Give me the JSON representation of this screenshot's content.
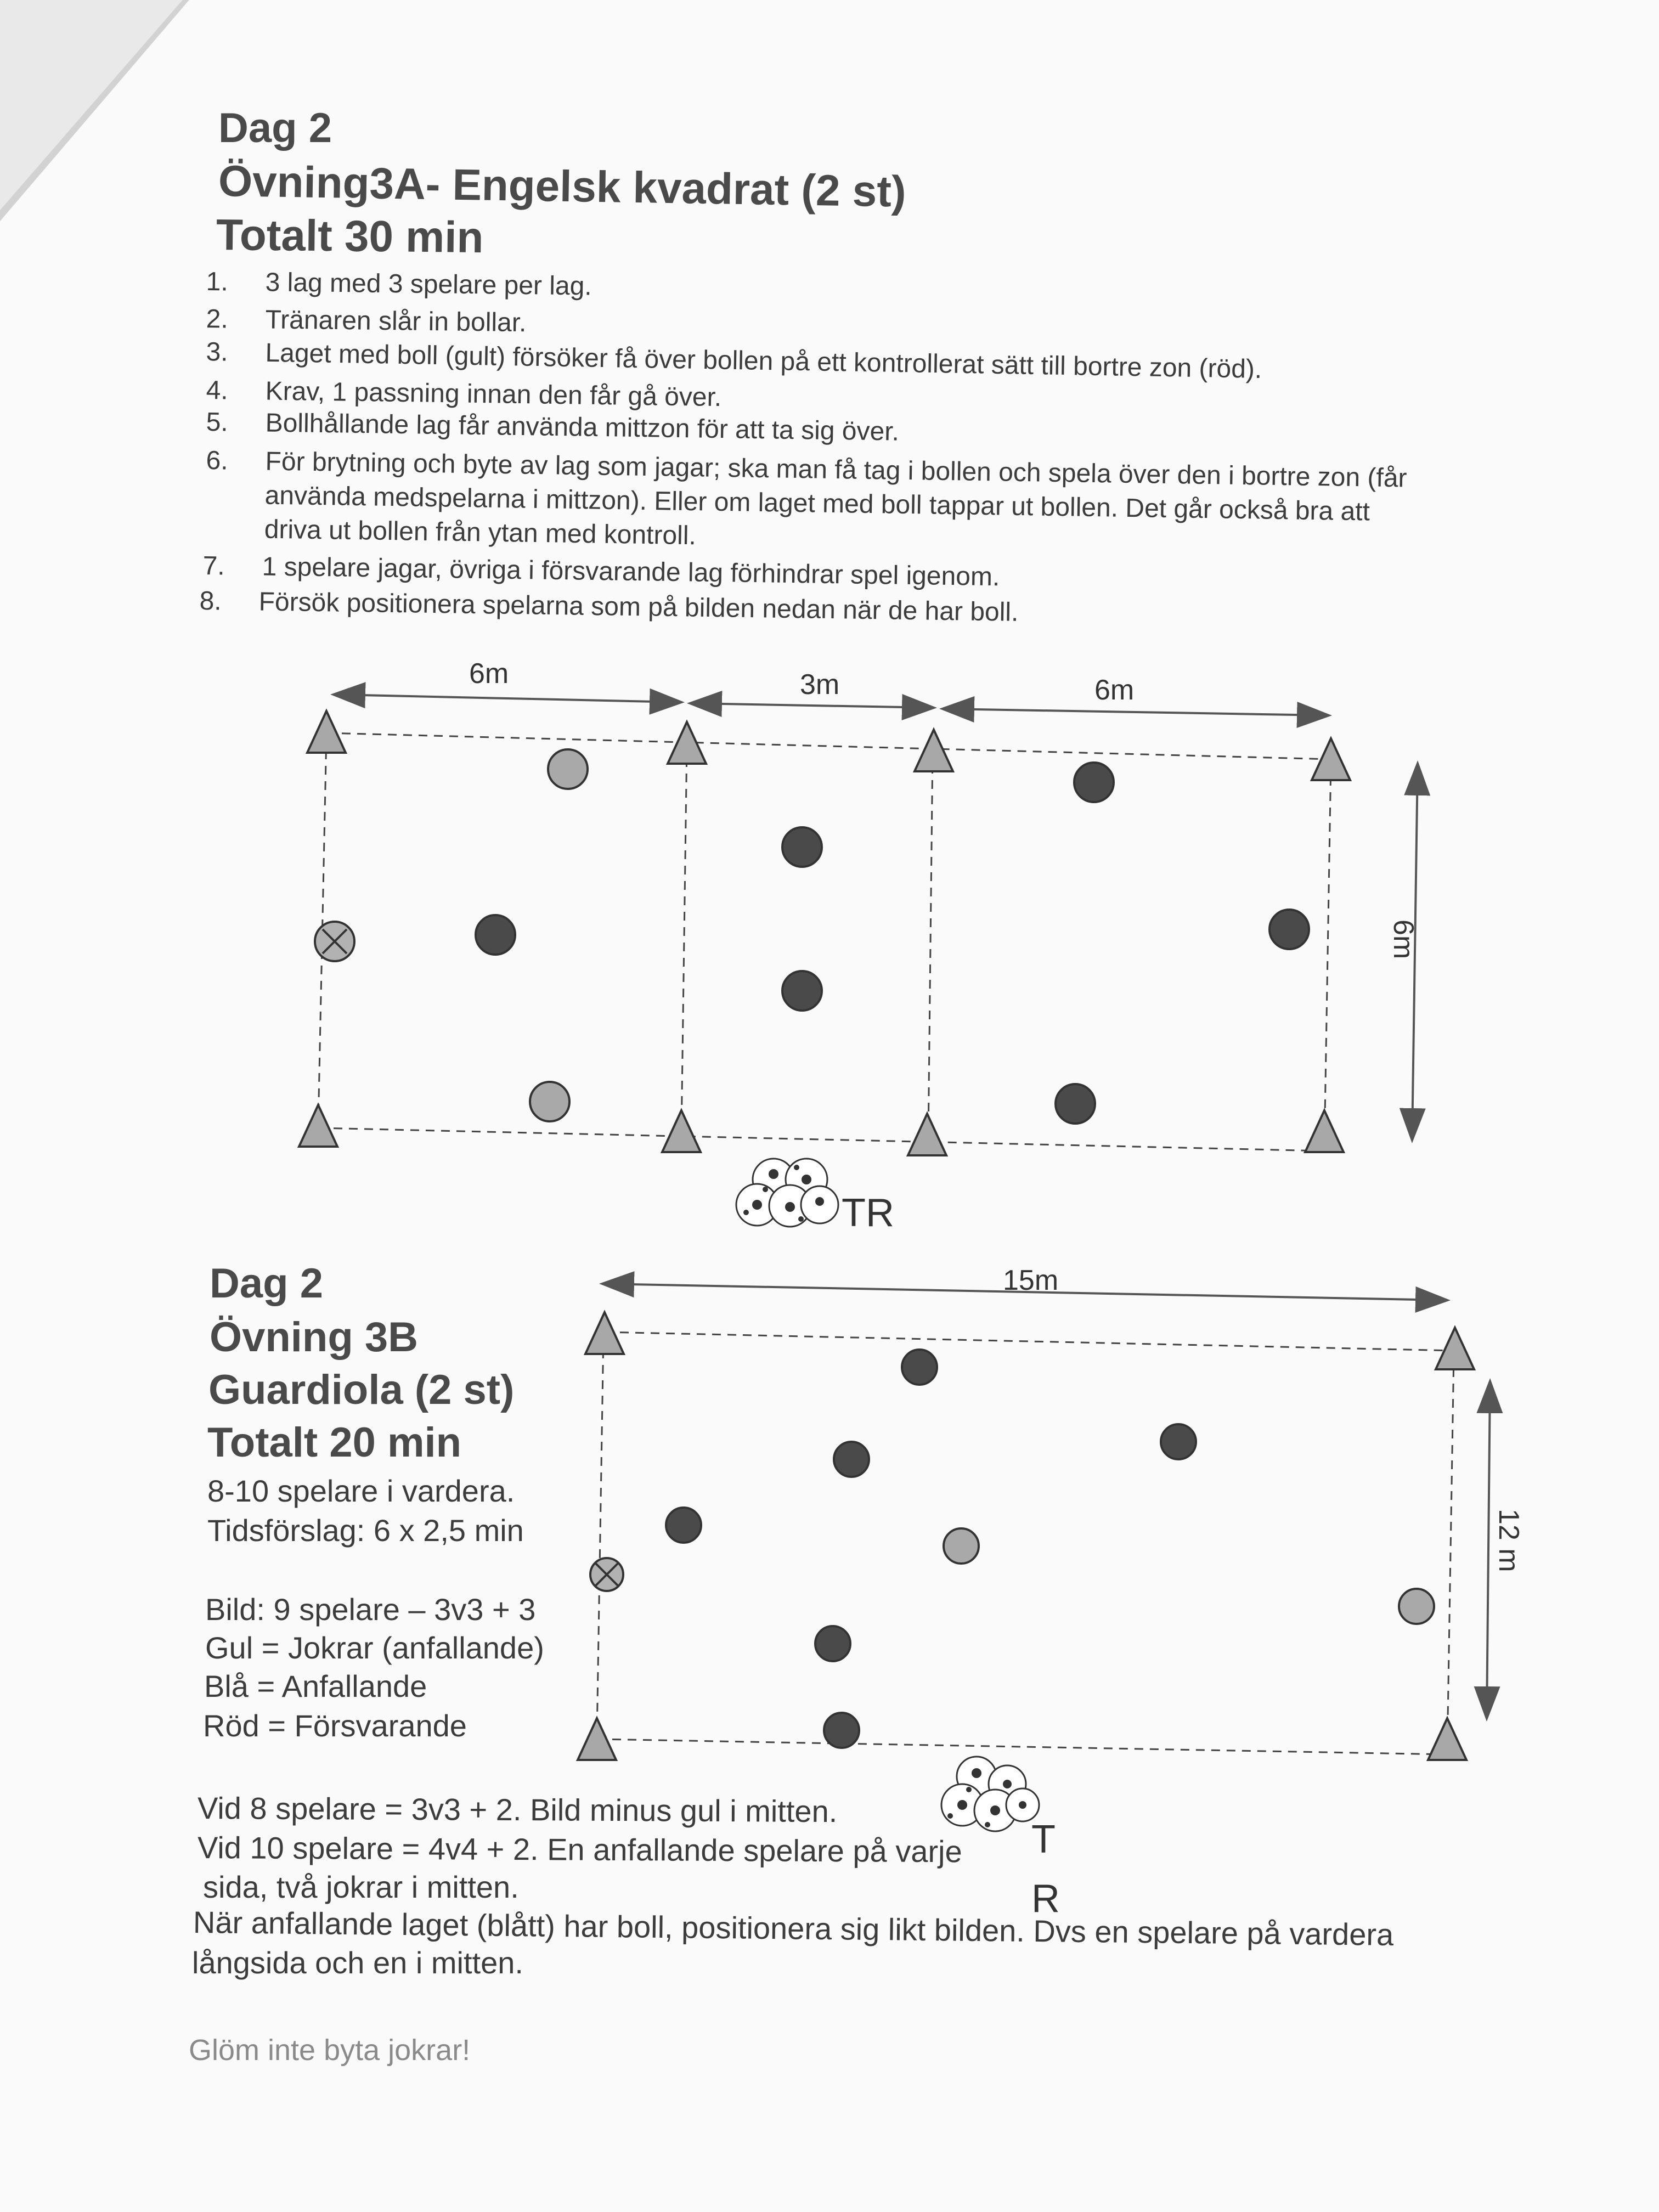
{
  "section1": {
    "day": "Dag 2",
    "exercise_title": "Övning3A- Engelsk kvadrat (2 st)",
    "total": "Totalt 30 min",
    "items": [
      {
        "num": "1.",
        "lines": [
          "3 lag med 3 spelare per lag."
        ]
      },
      {
        "num": "2.",
        "lines": [
          "Tränaren slår in bollar."
        ]
      },
      {
        "num": "3.",
        "lines": [
          "Laget med boll (gult) försöker få över bollen på ett kontrollerat sätt till bortre zon (röd)."
        ]
      },
      {
        "num": "4.",
        "lines": [
          "Krav, 1 passning innan den får gå över."
        ]
      },
      {
        "num": "5.",
        "lines": [
          "Bollhållande lag får använda mittzon för att ta sig över."
        ]
      },
      {
        "num": "6.",
        "lines": [
          "För brytning och byte av lag som jagar; ska man få tag i bollen och spela över den i bortre zon (får",
          "använda medspelarna i mittzon). Eller om laget med boll tappar ut bollen. Det går också bra att",
          "driva ut bollen från ytan med kontroll."
        ]
      },
      {
        "num": "7.",
        "lines": [
          "1 spelare jagar, övriga i försvarande lag förhindrar spel igenom."
        ]
      },
      {
        "num": "8.",
        "lines": [
          "Försök positionera spelarna som på bilden nedan när de har boll."
        ]
      }
    ],
    "diagram": {
      "dim_left": "6m",
      "dim_mid": "3m",
      "dim_right": "6m",
      "dim_side": "6m",
      "trainer_label": "TR"
    }
  },
  "section2": {
    "day": "Dag 2",
    "exercise_title": "Övning 3B",
    "name": "Guardiola (2 st)",
    "total": "Totalt 20 min",
    "players": "8-10 spelare i vardera.",
    "time_suggestion": "Tidsförslag: 6 x 2,5 min",
    "legend": [
      "Bild: 9 spelare – 3v3 + 3",
      "Gul = Jokrar (anfallande)",
      "Blå = Anfallande",
      "Röd = Försvarande"
    ],
    "diagram": {
      "dim_top": "15m",
      "dim_side": "12 m",
      "trainer_label_t": "T",
      "trainer_label_r": "R"
    },
    "notes": [
      "Vid 8 spelare = 3v3 + 2. Bild minus gul i mitten.",
      "Vid 10 spelare = 4v4 + 2. En anfallande spelare på varje",
      "sida, två jokrar i mitten.",
      "När anfallande laget (blått) har boll, positionera sig likt bilden. Dvs en spelare på vardera",
      "långsida och en i mitten."
    ],
    "reminder": "Glöm inte byta jokrar!"
  }
}
